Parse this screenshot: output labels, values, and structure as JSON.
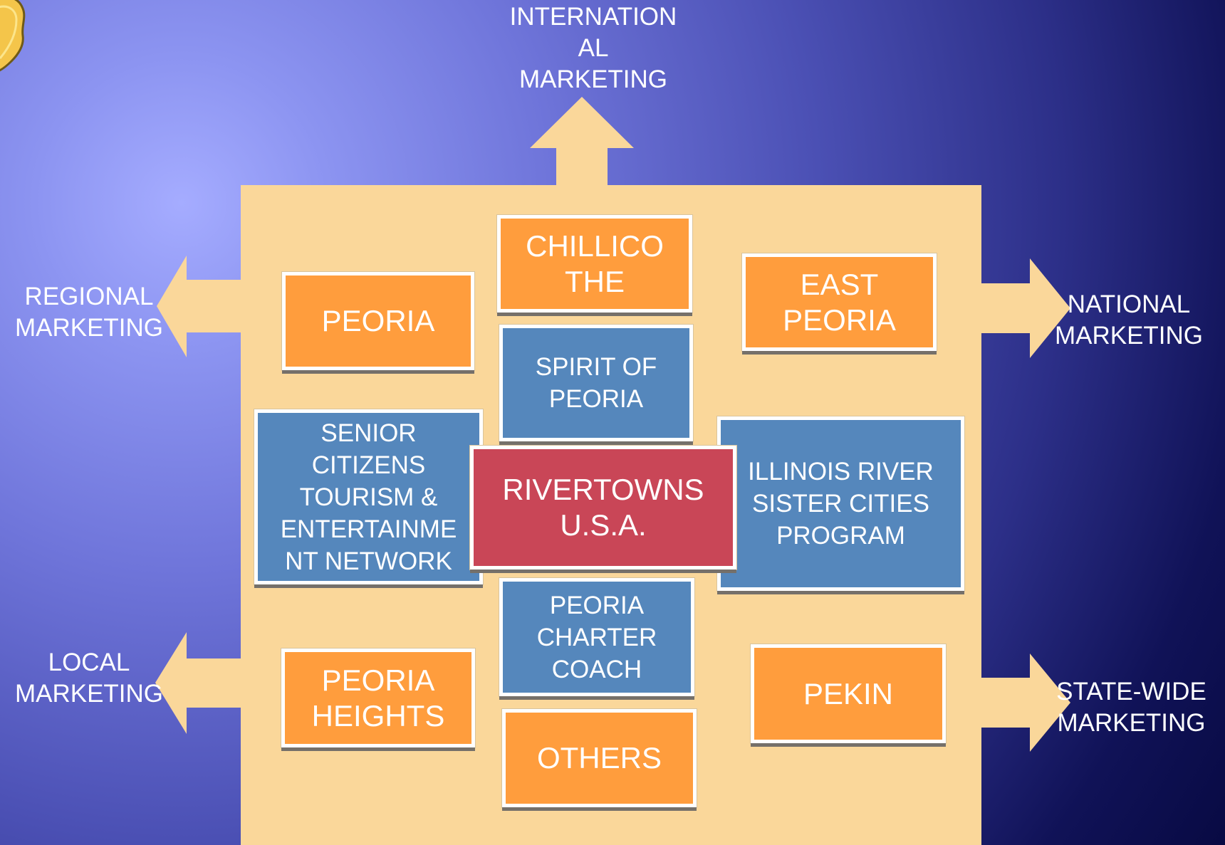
{
  "diagram": {
    "outside_labels": {
      "international": "INTERNATION\nAL\nMARKETING",
      "regional": "REGIONAL\nMARKETING",
      "national": "NATIONAL\nMARKETING",
      "local": "LOCAL\nMARKETING",
      "state_wide": "STATE-WIDE\nMARKETING"
    },
    "boxes": {
      "peoria": "PEORIA",
      "chillicothe": "CHILLICO\nTHE",
      "east_peoria": "EAST\nPEORIA",
      "spirit_of_peoria": "SPIRIT OF\nPEORIA",
      "senior_citizens": "SENIOR\nCITIZENS\nTOURISM &\nENTERTAINME\nNT NETWORK",
      "rivertowns": "RIVERTOWNS\nU.S.A.",
      "illinois_river": "ILLINOIS RIVER\nSISTER CITIES\nPROGRAM",
      "peoria_charter": "PEORIA\nCHARTER\nCOACH",
      "peoria_heights": "PEORIA\nHEIGHTS",
      "pekin": "PEKIN",
      "others": "OTHERS"
    },
    "colors": {
      "panel": "#fad79a",
      "orange_box": "#ff9d3d",
      "blue_box": "#5587bc",
      "center_box": "#c94657",
      "text": "#ffffff"
    }
  }
}
